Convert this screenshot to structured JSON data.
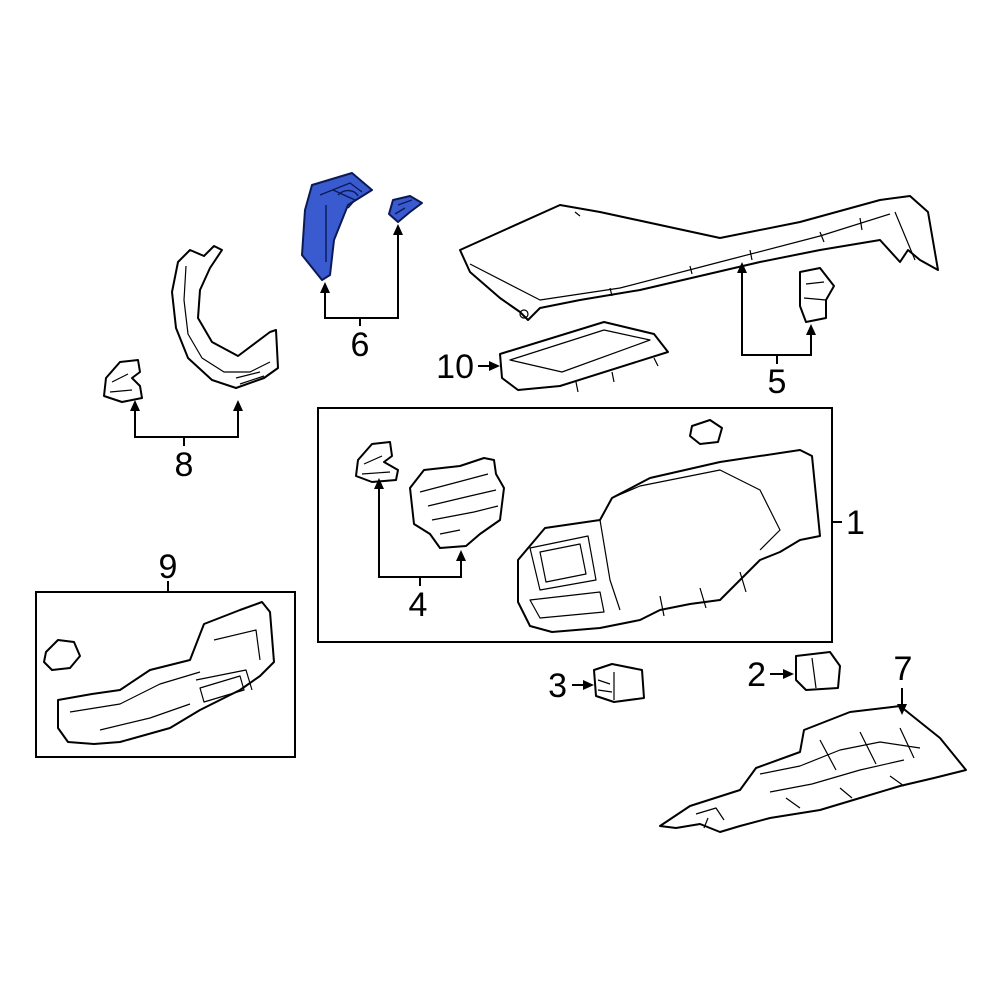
{
  "diagram": {
    "highlight_color": "#3a5bd0",
    "callouts": {
      "c1": "1",
      "c2": "2",
      "c3": "3",
      "c4": "4",
      "c5": "5",
      "c6": "6",
      "c7": "7",
      "c8": "8",
      "c9": "9",
      "c10": "10"
    }
  }
}
